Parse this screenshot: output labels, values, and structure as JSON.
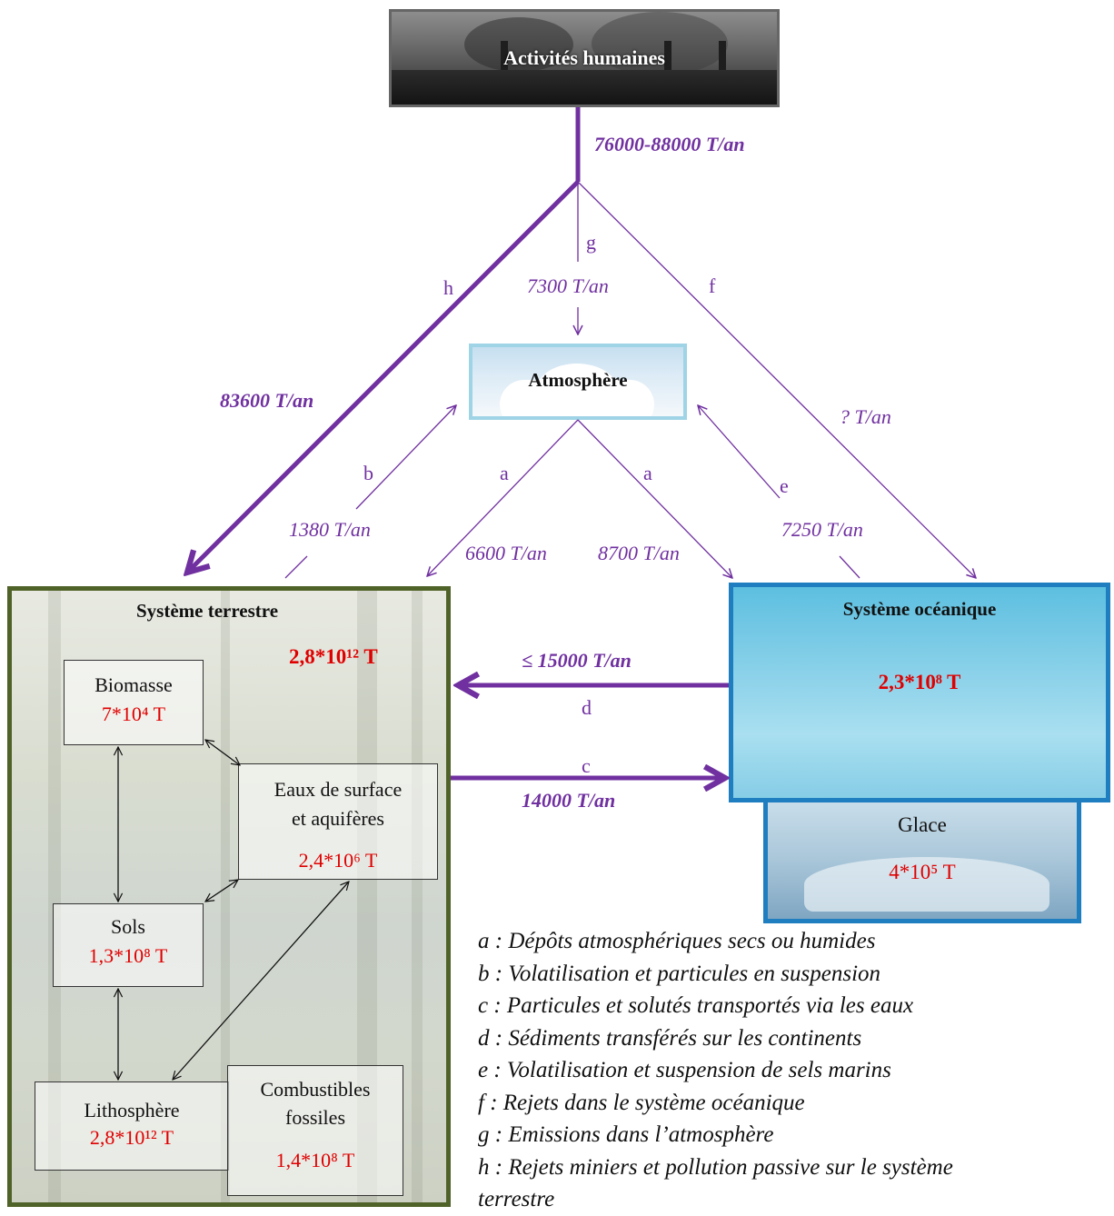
{
  "nodes": {
    "human": {
      "label": "Activités humaines"
    },
    "atmosphere": {
      "label": "Atmosphère"
    },
    "terrestre": {
      "label": "Système terrestre",
      "value": "2,8*10¹² T"
    },
    "oceanique": {
      "label": "Système océanique",
      "value": "2,3*10⁸ T"
    },
    "glace": {
      "label": "Glace",
      "value": "4*10⁵ T"
    },
    "biomasse": {
      "label": "Biomasse",
      "value": "7*10⁴ T"
    },
    "eaux": {
      "label_line1": "Eaux de surface",
      "label_line2": "et aquifères",
      "value": "2,4*10⁶ T"
    },
    "sols": {
      "label": "Sols",
      "value": "1,3*10⁸ T"
    },
    "lithosphere": {
      "label": "Lithosphère",
      "value": "2,8*10¹² T"
    },
    "combustibles": {
      "label_line1": "Combustibles",
      "label_line2": "fossiles",
      "value": "1,4*10⁸ T"
    }
  },
  "flows": {
    "total_emission": "76000-88000 T/an",
    "h": {
      "letter": "h",
      "value": "83600 T/an"
    },
    "g": {
      "letter": "g",
      "value": "7300 T/an"
    },
    "f": {
      "letter": "f",
      "value": "? T/an"
    },
    "b": {
      "letter": "b",
      "value": "1380 T/an"
    },
    "a_left": {
      "letter": "a",
      "value": "6600 T/an"
    },
    "a_right": {
      "letter": "a",
      "value": "8700 T/an"
    },
    "e": {
      "letter": "e",
      "value": "7250 T/an"
    },
    "d": {
      "letter": "d",
      "value": "≤ 15000 T/an"
    },
    "c": {
      "letter": "c",
      "value": "14000 T/an"
    }
  },
  "legend": [
    "a : Dépôts atmosphériques secs ou humides",
    "b : Volatilisation et particules en suspension",
    "c : Particules et solutés transportés via les eaux",
    "d : Sédiments transférés sur les continents",
    "e : Volatilisation et suspension de sels marins",
    "f : Rejets dans le système océanique",
    "g : Emissions dans l’atmosphère",
    "h : Rejets miniers et pollution passive sur le système",
    "terrestre"
  ],
  "colors": {
    "flow": "#7030a0",
    "value": "#e00000",
    "terrestre_border": "#4f6228",
    "ocean_border": "#1f7ec0"
  }
}
